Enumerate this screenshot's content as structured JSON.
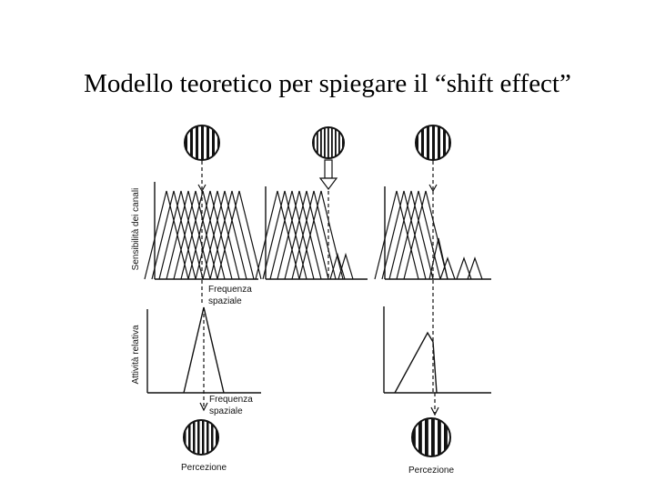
{
  "title": "Modello teoretico per spiegare il “shift effect”",
  "labels": {
    "y_top": "Sensibilità dei canali",
    "y_bottom": "Attività relativa",
    "x_top_line1": "Frequenza",
    "x_top_line2": "spaziale",
    "x_bottom_line1": "Frequenza",
    "x_bottom_line2": "spaziale",
    "perception_left": "Percezione",
    "perception_right": "Percezione"
  },
  "colors": {
    "ink": "#111111",
    "background": "#ffffff"
  }
}
